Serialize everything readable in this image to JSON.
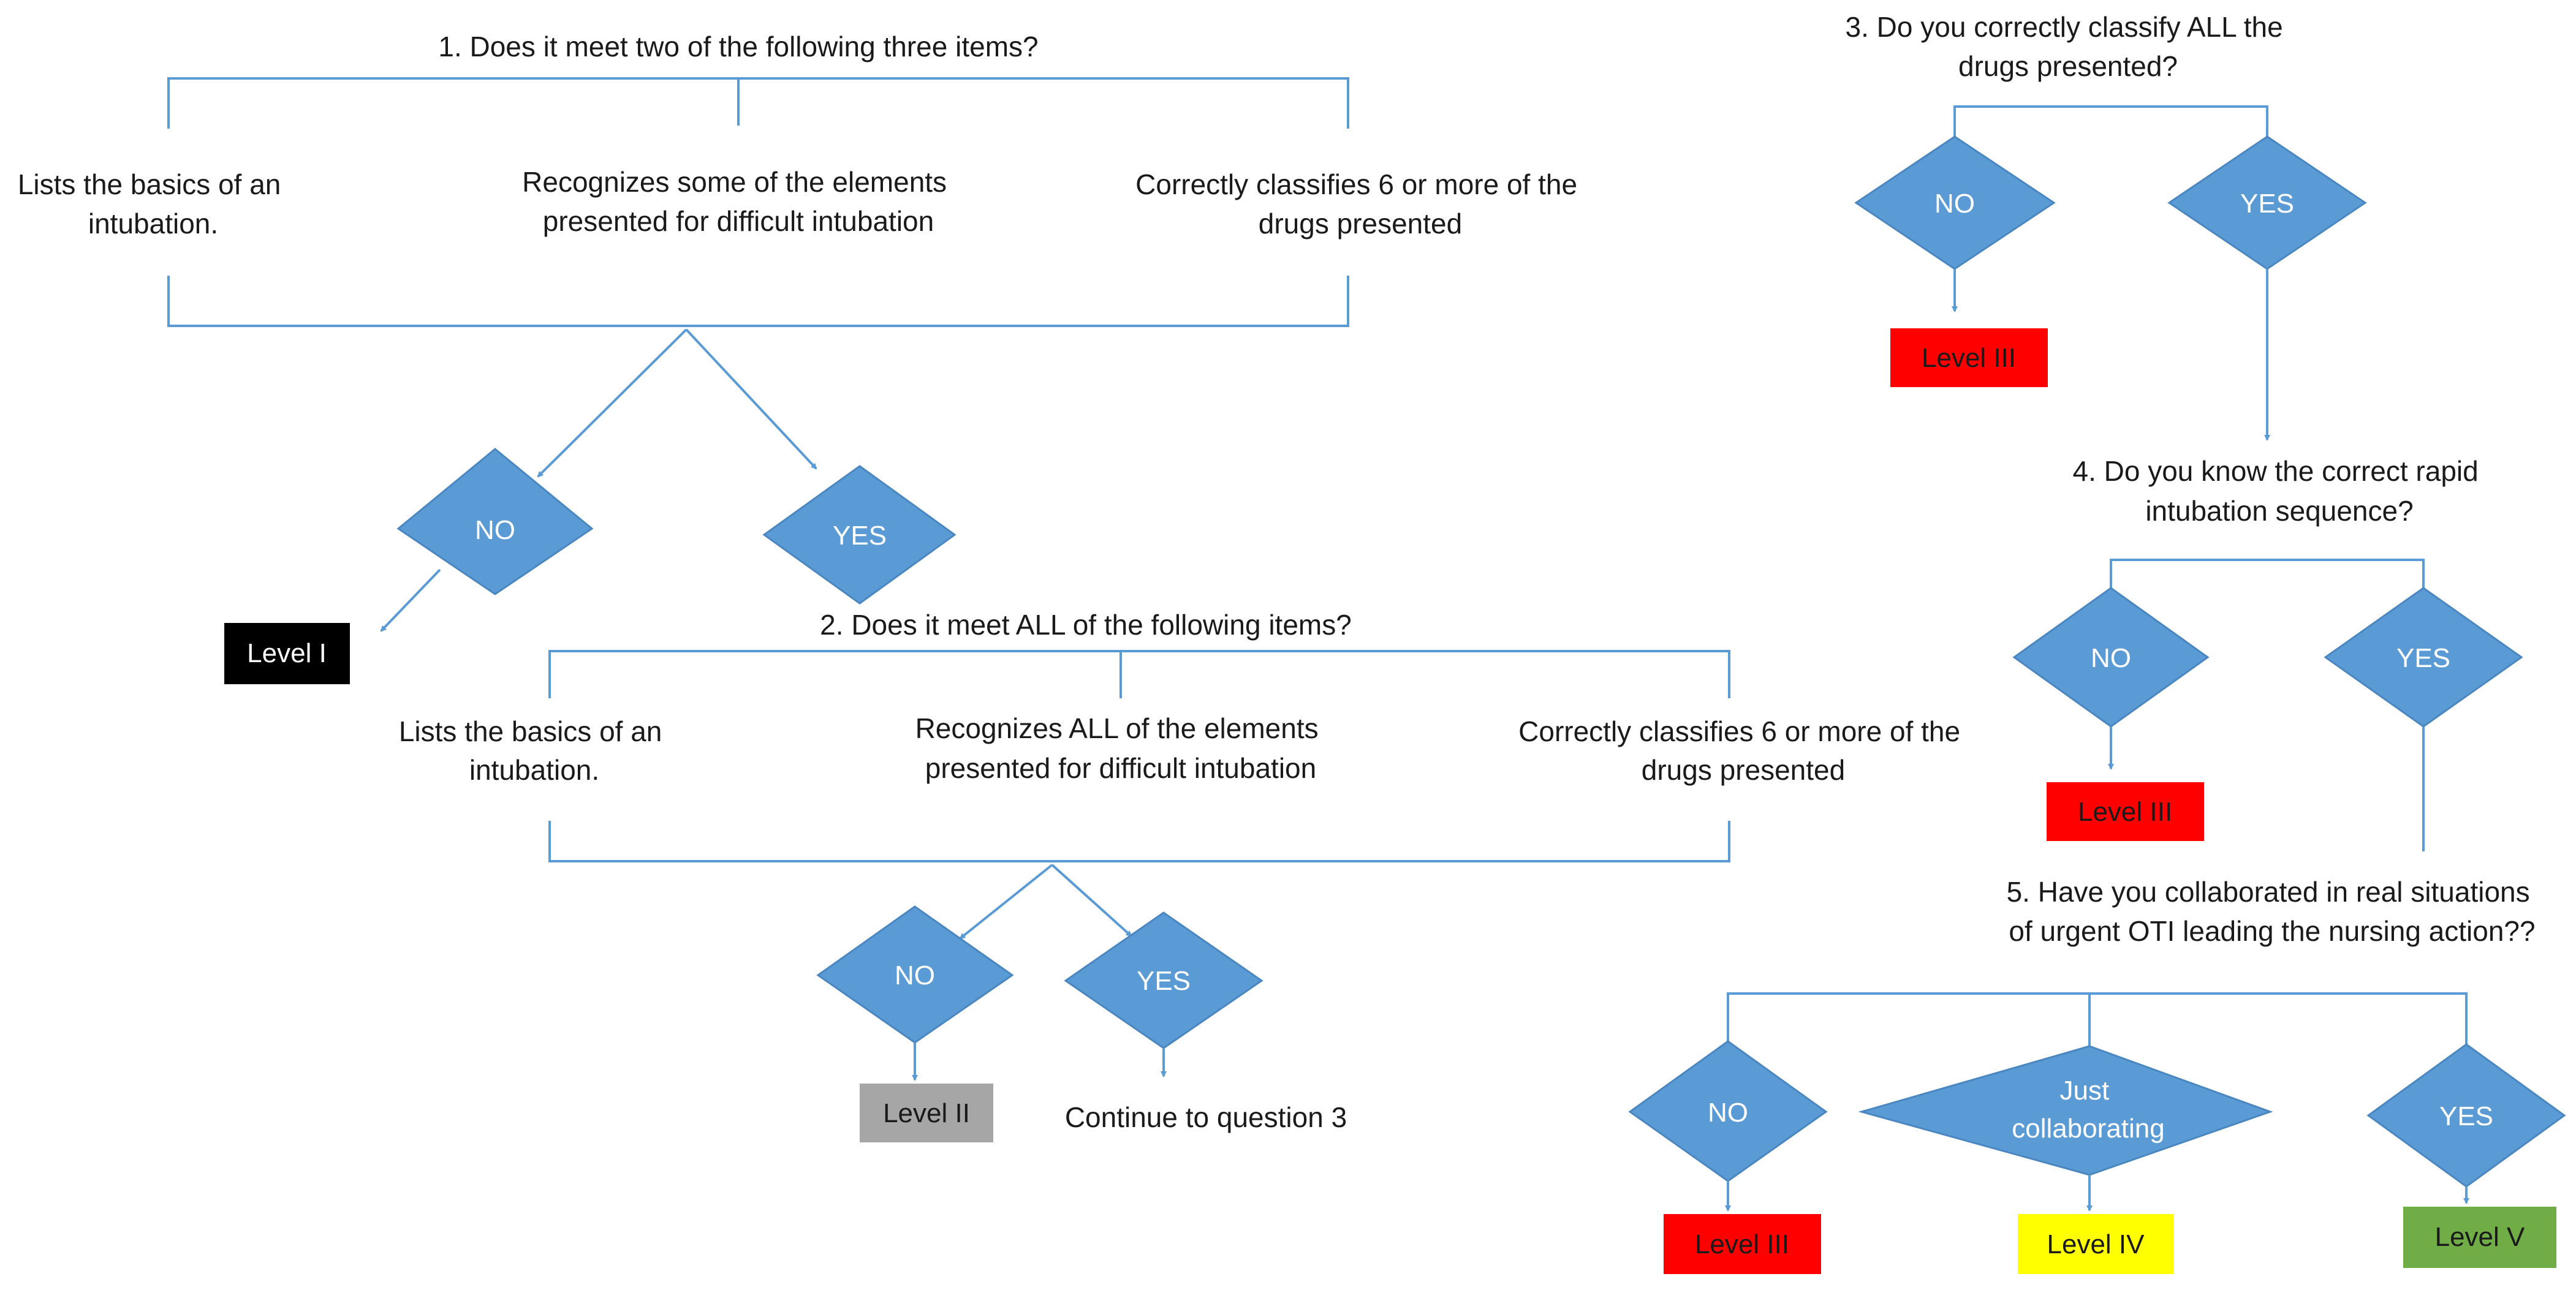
{
  "colors": {
    "line": "#5b9bd5",
    "diamond_fill": "#5b9bd5",
    "diamond_stroke": "#4a86c0",
    "diamond_text": "#ffffff",
    "text": "#1a1a1a",
    "level_black": "#000000",
    "level_gray": "#a6a6a6",
    "level_red": "#ff0000",
    "level_yellow": "#ffff00",
    "level_green": "#70ad47"
  },
  "q1": {
    "title": "1. Does it meet two of the following three items?",
    "item1": [
      "Lists the basics of an",
      "intubation."
    ],
    "item2": [
      "Recognizes some of the elements",
      "presented for difficult intubation"
    ],
    "item3": [
      "Correctly classifies 6 or more of the",
      "drugs presented"
    ],
    "no": "NO",
    "yes": "YES",
    "result_no": "Level I"
  },
  "q2": {
    "title": "2. Does it meet ALL of the following items?",
    "item1": [
      "Lists the basics of an",
      "intubation."
    ],
    "item2": [
      "Recognizes ALL of the elements",
      "presented for difficult intubation"
    ],
    "item3": [
      "Correctly classifies 6 or more of the",
      "drugs presented"
    ],
    "no": "NO",
    "yes": "YES",
    "result_no": "Level II",
    "result_yes": "Continue to question 3"
  },
  "q3": {
    "title": [
      "3. Do you correctly classify ALL the",
      "drugs presented?"
    ],
    "no": "NO",
    "yes": "YES",
    "result_no": "Level III"
  },
  "q4": {
    "title": [
      "4. Do you know the correct rapid",
      "intubation sequence?"
    ],
    "no": "NO",
    "yes": "YES",
    "result_no": "Level III"
  },
  "q5": {
    "title": [
      "5. Have you collaborated in real situations",
      "of urgent OTI leading the nursing action??"
    ],
    "no": "NO",
    "just": [
      "Just",
      "collaborating"
    ],
    "yes": "YES",
    "result_no": "Level III",
    "result_just": "Level IV",
    "result_yes": "Level V"
  }
}
